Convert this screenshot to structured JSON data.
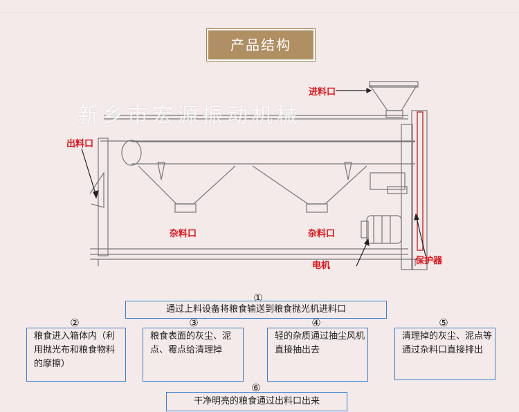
{
  "title": "产品结构",
  "watermark": "新乡市宏源振动机械",
  "labels": {
    "inlet": "进料口",
    "outlet": "出料口",
    "impurity1": "杂料口",
    "impurity2": "杂料口",
    "motor": "电机",
    "protector": "保护器"
  },
  "steps": [
    {
      "num": "①",
      "text": "通过上料设备将粮食输送到粮食抛光机进料口"
    },
    {
      "num": "②",
      "text": "粮食进入箱体内（利用抛光布和粮食物料的摩擦）"
    },
    {
      "num": "③",
      "text": "粮食表面的灰尘、泥点、霉点给清理掉"
    },
    {
      "num": "④",
      "text": "轻的杂质通过抽尘风机直接抽出去"
    },
    {
      "num": "⑤",
      "text": "清理掉的灰尘、泥点等通过杂料口直接排出"
    },
    {
      "num": "⑥",
      "text": "干净明亮的粮食通过出料口出来"
    }
  ],
  "colors": {
    "accent": "#b08f63",
    "label": "#e0141a",
    "box_border": "#3a7fd0"
  }
}
